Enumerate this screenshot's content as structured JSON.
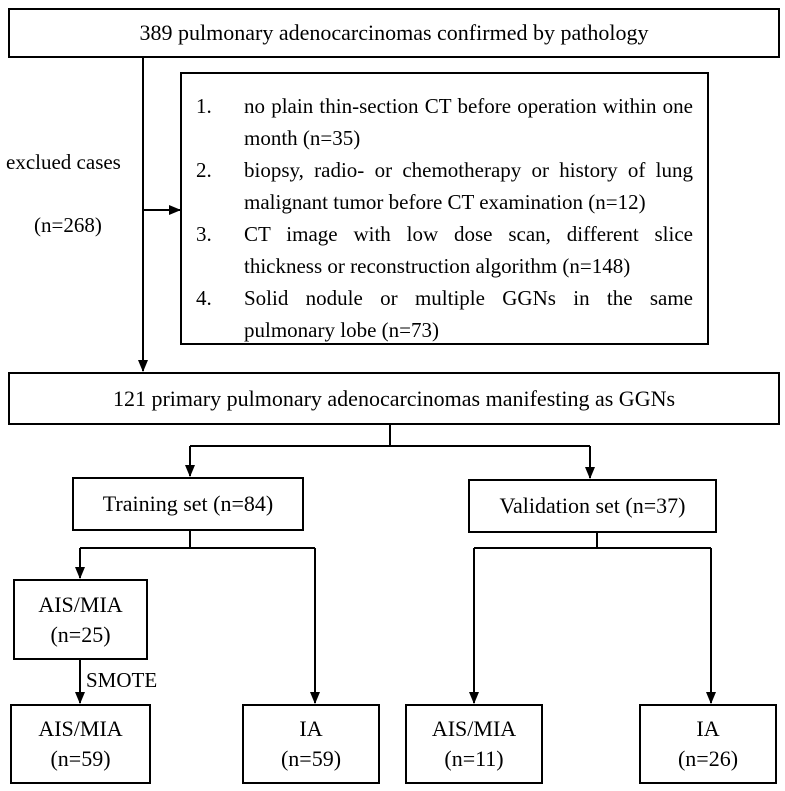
{
  "top_box": "389 pulmonary adenocarcinomas confirmed by pathology",
  "excluded": {
    "label": "exclued cases",
    "count": "(n=268)"
  },
  "exclusion_criteria": [
    {
      "num": "1.",
      "text": "no plain thin-section CT before operation within one month (n=35)"
    },
    {
      "num": "2.",
      "text": "biopsy, radio- or chemotherapy or history of lung malignant tumor before CT examination (n=12)"
    },
    {
      "num": "3.",
      "text": "CT image with low dose scan, different slice thickness or reconstruction algorithm (n=148)"
    },
    {
      "num": "4.",
      "text": "Solid nodule or multiple GGNs in the same pulmonary lobe (n=73)"
    }
  ],
  "included_box": "121 primary pulmonary adenocarcinomas manifesting as GGNs",
  "training_set": "Training set (n=84)",
  "validation_set": "Validation set (n=37)",
  "training_ais": {
    "label": "AIS/MIA",
    "count": "(n=25)"
  },
  "smote_label": "SMOTE",
  "training_ais_smote": {
    "label": "AIS/MIA",
    "count": "(n=59)"
  },
  "training_ia": {
    "label": "IA",
    "count": "(n=59)"
  },
  "validation_ais": {
    "label": "AIS/MIA",
    "count": "(n=11)"
  },
  "validation_ia": {
    "label": "IA",
    "count": "(n=26)"
  }
}
